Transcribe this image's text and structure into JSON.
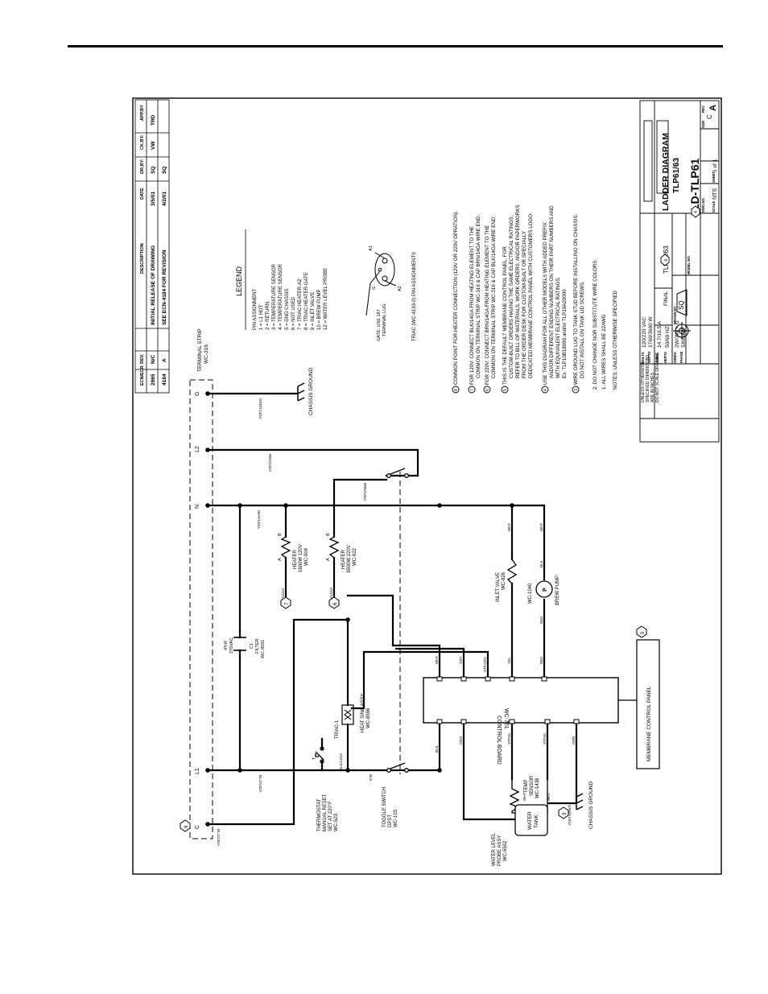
{
  "diagram": {
    "title": "LADDER DIAGRAM",
    "model": "TLP61/63",
    "drawing_number": "LD-TLP61",
    "scale": "NTS",
    "sheet": "1 of 1",
    "size": "C",
    "revision_current": "A"
  },
  "revisions": {
    "headers": [
      "ECN/ECR",
      "REV.",
      "DESCRIPTION",
      "DATE",
      "DR.BY:",
      "CK.BY:",
      "APP.BY"
    ],
    "rows": [
      [
        "2865",
        "N/C",
        "INITIAL RELEASE OF DRAWING",
        "3/5/01",
        "SQ",
        "VW",
        "TRD"
      ],
      [
        "4184",
        "A",
        "SEE ECN-4184 FOR REVISION",
        "4/2/01",
        "SQ",
        "",
        ""
      ]
    ]
  },
  "terminals": {
    "strip_label": "TERMINAL STRIP",
    "strip_part": "WC-316",
    "labels": [
      "C",
      "L1",
      "N",
      "L2",
      "G"
    ]
  },
  "wires": {
    "blu14": "BLU/14GA",
    "wht14": "WHT/14GA",
    "red14": "RED/14GA",
    "grnyel14": "GRN/Y14GA",
    "brn14": "BRN/14GA",
    "blk14": "BLK/14GA",
    "blk": "BLK",
    "org": "ORG",
    "stpel": "STP.EL",
    "grn": "GRN",
    "wht": "WHT",
    "gry": "GRY",
    "stpgry": "STP.GRY",
    "yel": "YEL",
    "red": "RED"
  },
  "components": {
    "chassis_ground": "CHASSIS GROUND",
    "filter": [
      "C1",
      "FILTER",
      "WC-8591"
    ],
    "filter_rating": [
      "47nF",
      "275VAC"
    ],
    "heater1": [
      "HEATER",
      "1600W 120V",
      "WC-904"
    ],
    "heater2": [
      "HEATER",
      "3500W 220V",
      "WC-922"
    ],
    "inlet_valve": [
      "INLET VALVE",
      "WC-826"
    ],
    "brew_pump": [
      "WC-1040",
      "BREW PUMP"
    ],
    "pump_symbol": "P",
    "thermostat": [
      "THERMOSTAT",
      "MANUAL RESET",
      "SET AT 220°F",
      "WC-523"
    ],
    "toggle_switch": [
      "TOGGLE SWITCH",
      "DPST",
      "WC-103"
    ],
    "triac": "TRIAC-1",
    "heat_sink": [
      "HEAT SINK ASSY",
      "WC-8556"
    ],
    "control_board": [
      "CONTROL BOARD",
      "WC-761"
    ],
    "temp_sensor": [
      "TEMP",
      "SENSOR",
      "WC-1438"
    ],
    "water_tank": [
      "WATER",
      "TANK"
    ],
    "water_level_probe": [
      "WATER LEVEL",
      "PROBE ASSY",
      "WC-5502"
    ],
    "membrane_panel": "MEMBRANE CONTROL PANEL",
    "wire_letters": {
      "a": "A",
      "b": "B",
      "t": "T"
    }
  },
  "legend": {
    "title": "LEGEND",
    "subtitle": "PIN ASSIGNMENT",
    "items": [
      "1 = L1 HOT",
      "2 = RETURN",
      "3 = TEMPERATURE SENSOR",
      "4 = TEMPERATURE SENSOR",
      "5 = GND CHASSIS",
      "6 = NOT USED",
      "7 = TRIAC-HEATER-A2",
      "8 = TRIAC-HEATER-GATE",
      "9 = INLET VALVE",
      "10 = BREW PUMP",
      "12 = WATER LEVEL PROBE"
    ]
  },
  "triac_pins": {
    "gate_note": [
      "GATE: USE 187",
      "TERMINAL LUG"
    ],
    "caption": "TRIAC (WC-4193-0) PIN ASSIGNMENTS",
    "pins": [
      "A1",
      "A2",
      "G"
    ]
  },
  "notes": {
    "items": [
      [
        "8",
        "COMMON POINT FOR HEATER CONNECTION (120V OR 220V OPRATION)."
      ],
      [
        "7",
        "FOR 120V:  CONNECT BLK/14GA FROM HEATING ELEMENT TO THE",
        "COMMON ON TERMINAL STRIP WC-316 & CAP BRN/14GA WIRE END."
      ],
      [
        "6",
        "FOR 220V:  CONNECT BRN/14GA FROM HEATING ELEMENT TO THE",
        "COMMON ON TERMINAL STRIP WC-316 & CAP BLK/14GA WIRE END."
      ],
      [
        "5",
        "THIS IS THE DEFAULT MEMBRANE CONTROL PANEL.  FOR",
        "CUSTOM-BUILT ORDERS HAVING THE SAME ELECTRICAL RATINGS,",
        "REFER TO BILL OF MATERIALS, WORK ORDERS, AND/OR PAPERWORKS",
        "FROM THE ORDER DESK FOR CUSTOM-BUILT OR SPECIALLY",
        "DEDICATED MEMBRANE CONTROL PANEL WITH CUSTOMERS LOGO."
      ],
      [
        "4",
        "USE THIS DIAGRAM FOR ALL OTHER MODELS WITH ADDED PREFIX",
        "AND/OR DIFFERENT ENDING NUMBERS ON THEIR PART NUMBERS AND",
        "WITH EQUIVALENT ELECTRICAL RATINGS.",
        "Ex: TLP10B18090 and/or TLP10A20000"
      ],
      [
        "3",
        "WIRE GROUND LUG TO TANK STUD BEFORE INSTALLING ON CHASSIS.",
        "DO NOT INSTALL ON TANK LID SCREWS."
      ],
      [
        "",
        "2. DO NOT CHANGE NOR SUBSTITUTE WIRE COLORS."
      ],
      [
        "",
        "1. ALL WIRES SHALL BE 22AWG"
      ],
      [
        "",
        "NOTES: UNLESS OTHERWISE SPECIFIED"
      ]
    ]
  },
  "title_block": {
    "volts": "120/220 VAC",
    "watts": "1760/3660 W",
    "amps": "14.7/16.5 A",
    "hertz": "50/60 HZ",
    "wires": "2W/3W + G",
    "phase": "SINGLE",
    "drawn_by": "SQ",
    "model_no": "TLP61/63",
    "item_note": "4",
    "finish": "FINAL",
    "labels": {
      "volts": "VOLTS",
      "watts": "WATTS",
      "amps": "AMPS",
      "hertz": "HERTZ",
      "wires": "WIRES",
      "phase": "PHASE",
      "drawn": "DRAWN BY",
      "model": "MODEL NO.",
      "scale": "SCALE",
      "sheet": "SHEET",
      "size": "SIZE",
      "rev": "REV",
      "dwg": "DWG NO."
    },
    "tiny_lines": [
      "UNLESS OTHERWISE",
      "SPECIFIED DIMENSIONS",
      "ARE IN INCHES",
      "DO NOT SCALE DRAWING"
    ]
  }
}
